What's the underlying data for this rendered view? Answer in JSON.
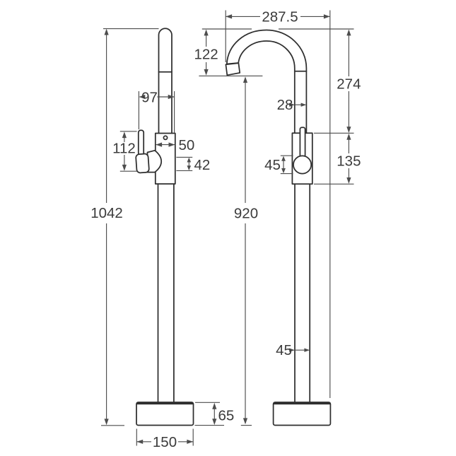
{
  "drawing": {
    "type": "dimensioned technical drawing",
    "subject": "freestanding bath filler mixer tap, side view and front view",
    "colors": {
      "background": "#ffffff",
      "line": "#2f2f2f",
      "dim": "#4d4d4d",
      "text": "#3b3b3b"
    }
  },
  "dims": {
    "side": {
      "overall_height": "1042",
      "spout_to_handle": "97",
      "handle_height": "112",
      "body_width": "50",
      "handle_depth": "42",
      "base_height": "65",
      "base_width": "150"
    },
    "front": {
      "spout_reach": "287.5",
      "spout_drop": "122",
      "top_to_body": "274",
      "spout_pipe_width": "28",
      "handle_knob_diameter": "45",
      "body_height": "135",
      "outlet_height": "920",
      "riser_pipe_width": "45"
    }
  }
}
